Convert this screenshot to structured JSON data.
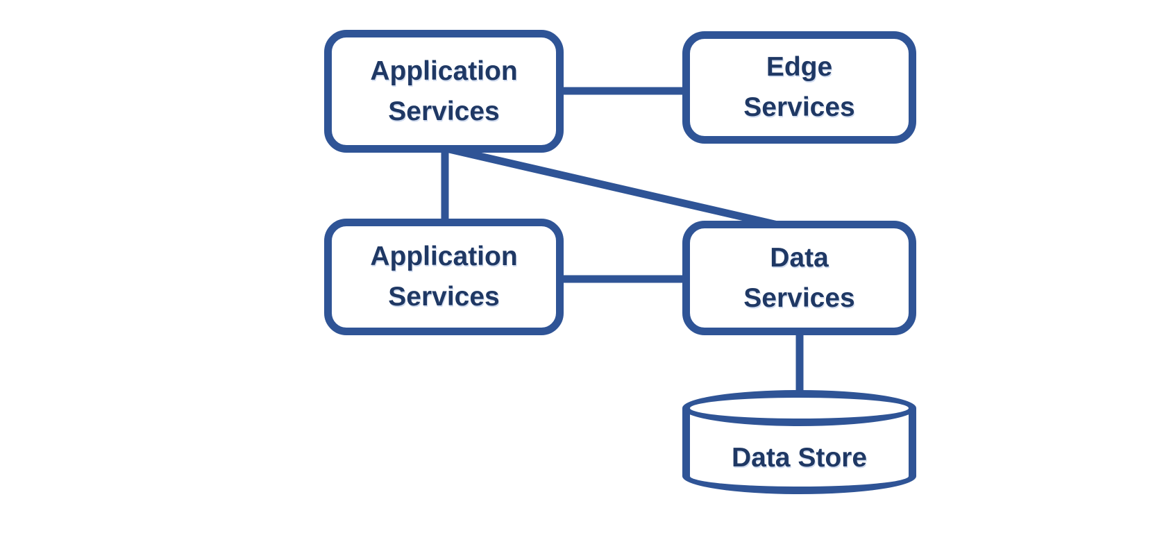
{
  "diagram": {
    "colors": {
      "line": "#2F5496",
      "text": "#1F3864",
      "fill": "#FFFFFF",
      "background": "#FFFFFF"
    },
    "nodes": [
      {
        "id": "application-services-top",
        "shape": "rounded-rect",
        "label": "Application\nServices"
      },
      {
        "id": "edge-services",
        "shape": "rounded-rect",
        "label": "Edge\nServices"
      },
      {
        "id": "application-services-mid",
        "shape": "rounded-rect",
        "label": "Application\nServices"
      },
      {
        "id": "data-services",
        "shape": "rounded-rect",
        "label": "Data\nServices"
      },
      {
        "id": "data-store",
        "shape": "cylinder",
        "label": "Data Store"
      }
    ],
    "edges": [
      {
        "from": "application-services-top",
        "to": "edge-services"
      },
      {
        "from": "application-services-top",
        "to": "application-services-mid"
      },
      {
        "from": "application-services-top",
        "to": "data-services"
      },
      {
        "from": "application-services-mid",
        "to": "data-services"
      },
      {
        "from": "data-services",
        "to": "data-store"
      }
    ]
  }
}
